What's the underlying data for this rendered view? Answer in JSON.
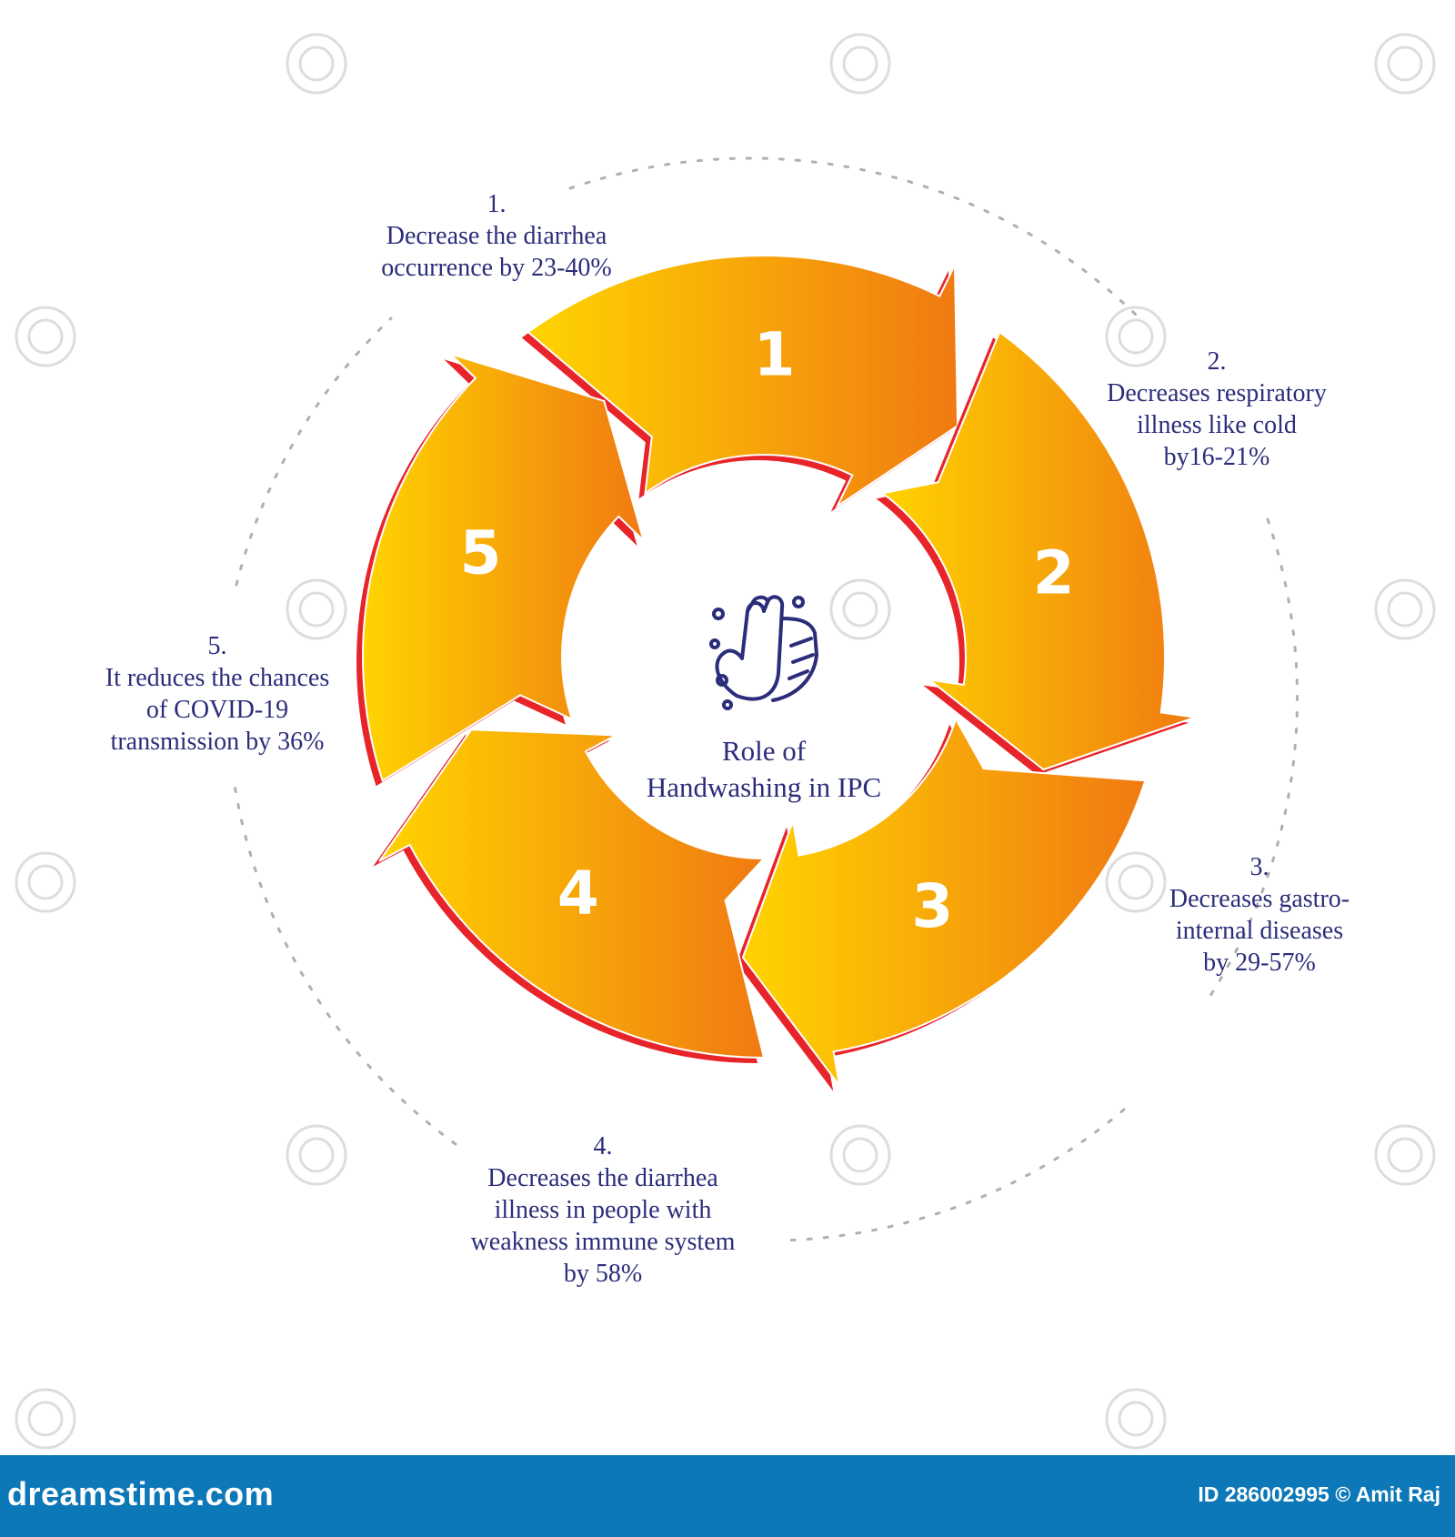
{
  "center_title": [
    "Role of",
    "Handwashing in IPC"
  ],
  "steps": [
    {
      "id": "1",
      "number_label": "1.",
      "lines": [
        "Decrease the diarrhea",
        "occurrence by 23-40%"
      ]
    },
    {
      "id": "2",
      "number_label": "2.",
      "lines": [
        "Decreases respiratory",
        "illness like cold",
        "by16-21%"
      ]
    },
    {
      "id": "3",
      "number_label": "3.",
      "lines": [
        "Decreases gastro-",
        "internal diseases",
        "by 29-57%"
      ]
    },
    {
      "id": "4",
      "number_label": "4.",
      "lines": [
        "Decreases the diarrhea",
        "illness in people with",
        "weakness immune system",
        "by 58%"
      ]
    },
    {
      "id": "5",
      "number_label": "5.",
      "lines": [
        "It reduces the chances",
        "of COVID-19",
        "transmission by 36%"
      ]
    }
  ],
  "colors": {
    "arrow_light": "#ffd400",
    "arrow_dark": "#f07a12",
    "arrow_edge": "#e8242b",
    "text": "#2b2d7a",
    "footer": "#0d78b7"
  },
  "icons": {
    "center": "handwashing-icon"
  },
  "footer": {
    "brand": "dreamstime.com",
    "credit": "ID 286002995 © Amit Raj"
  }
}
